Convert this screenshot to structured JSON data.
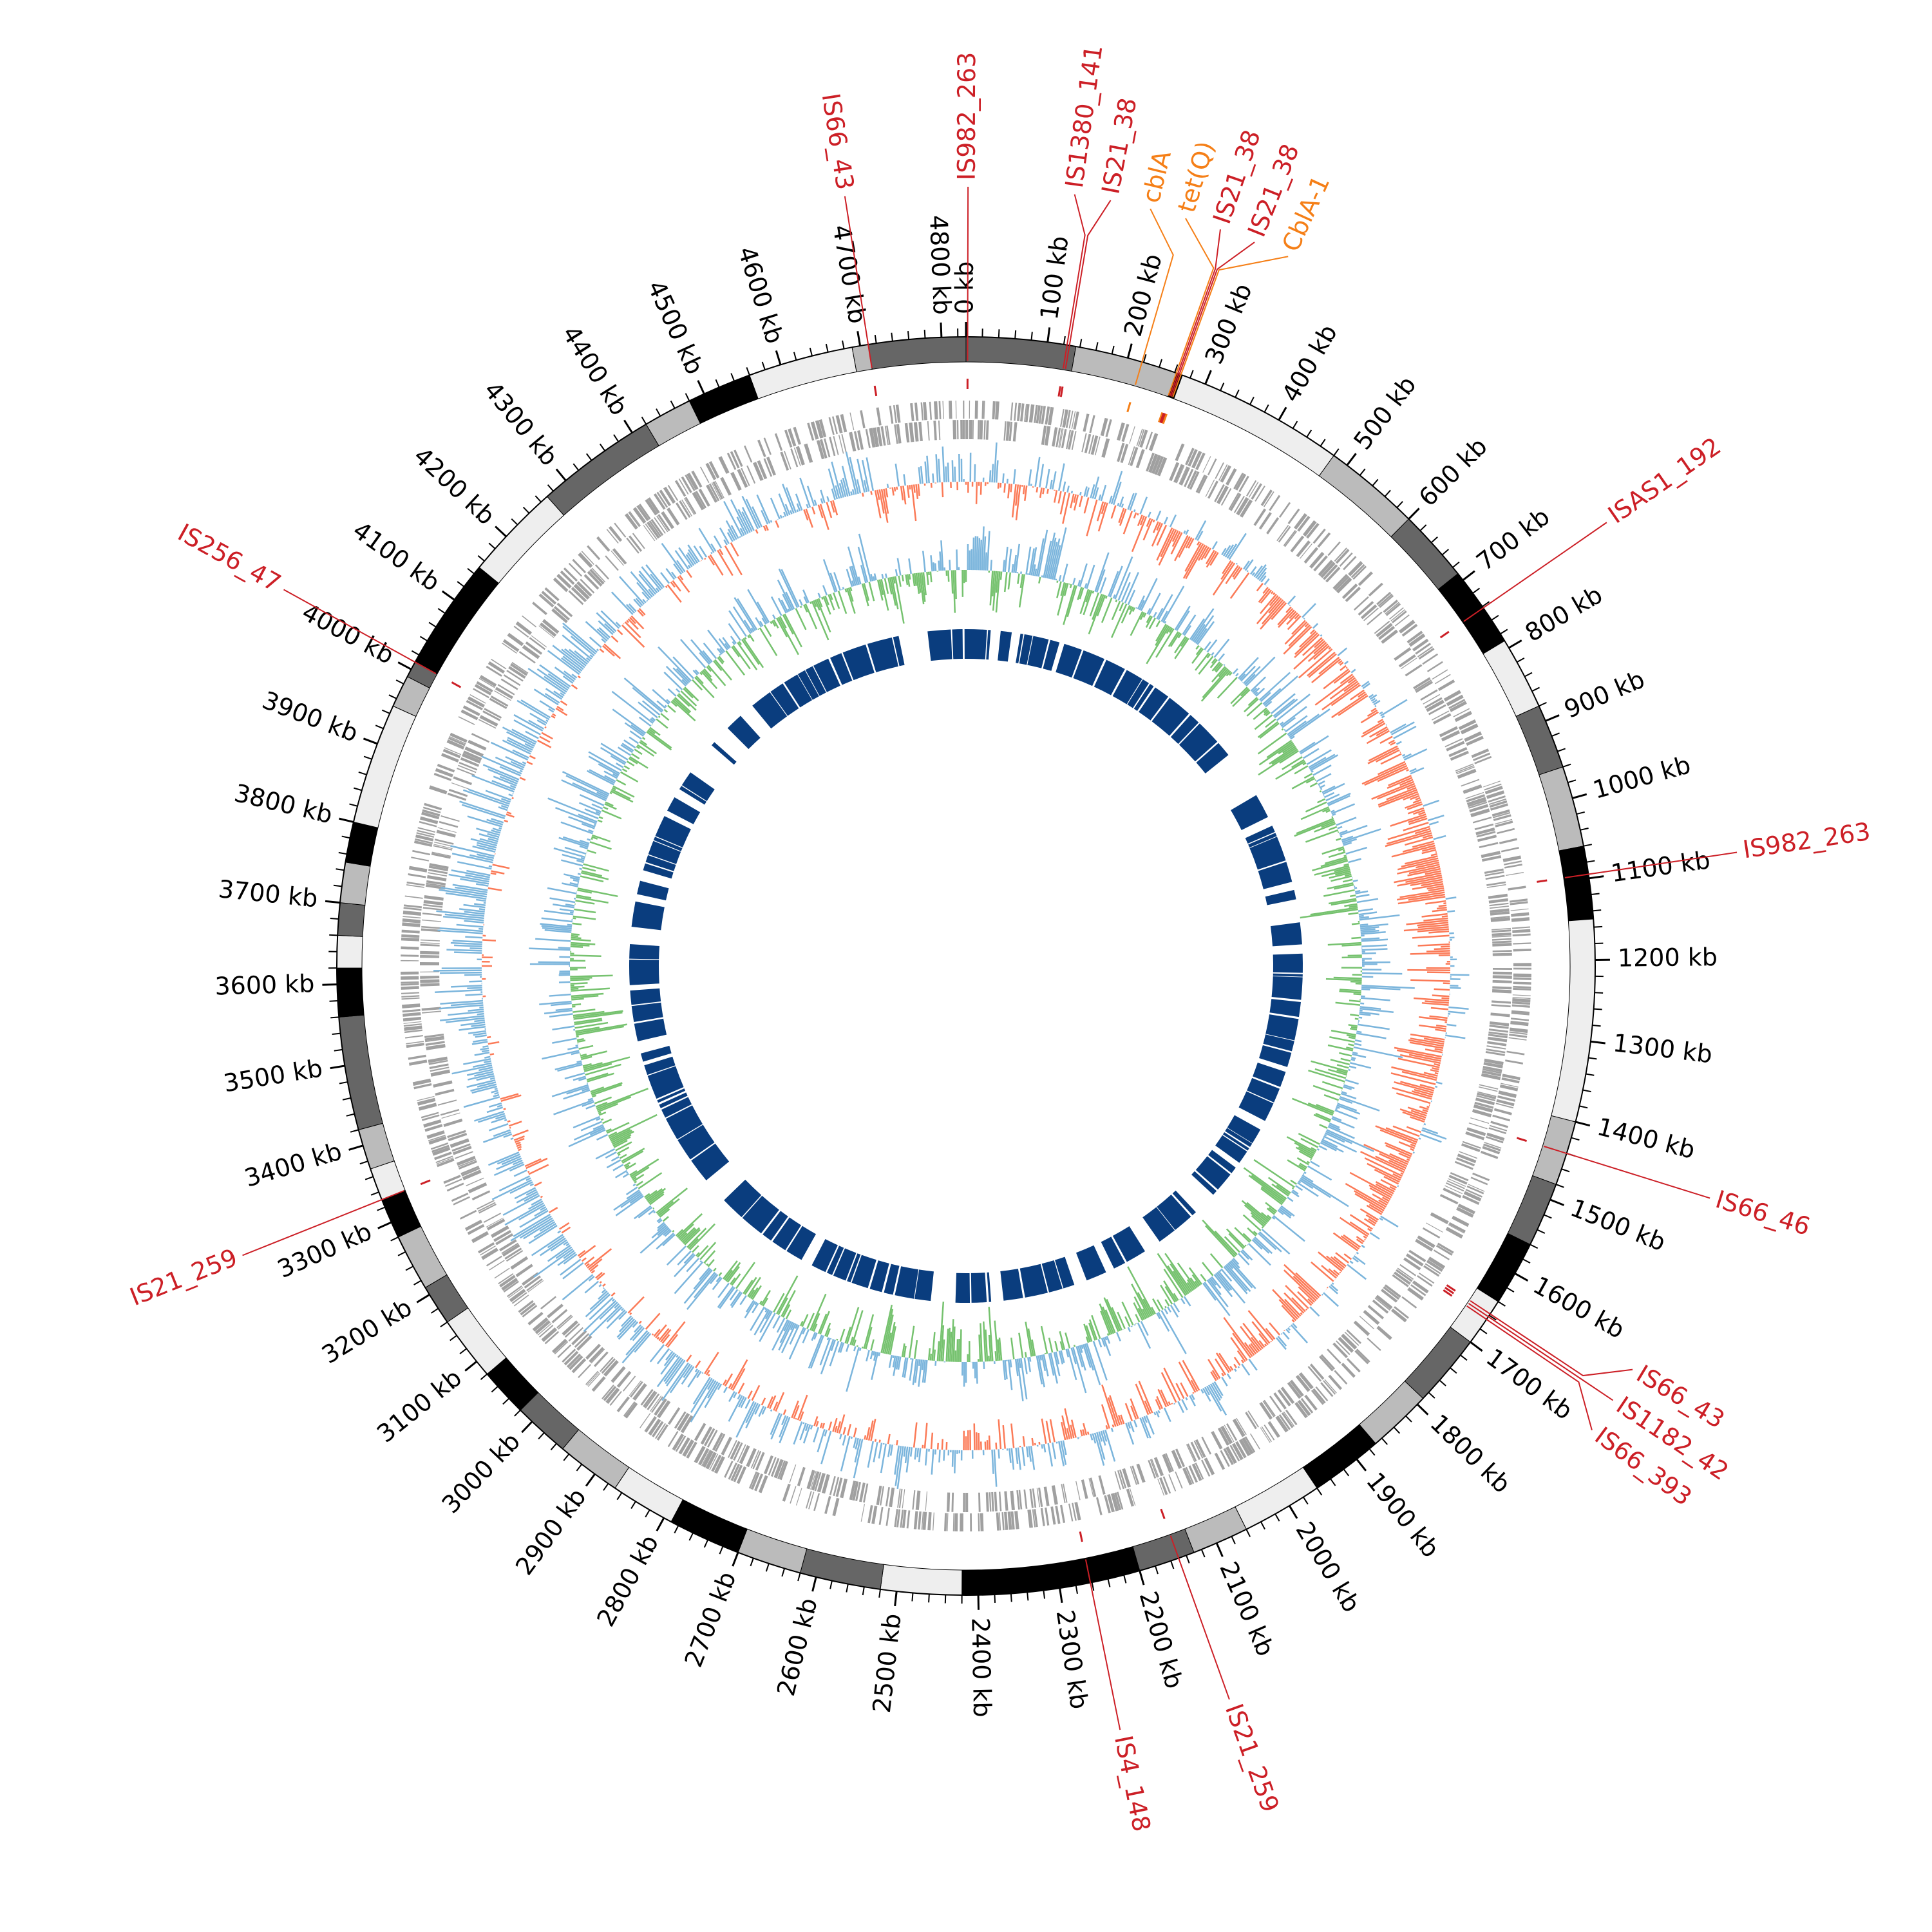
{
  "chart_data": {
    "type": "circular-genome",
    "title": "",
    "genome_length_kb": 4830,
    "tick_unit": "kb",
    "major_tick_interval_kb": 100,
    "tick_labels": [
      "0 kb",
      "100 kb",
      "200 kb",
      "300 kb",
      "400 kb",
      "500 kb",
      "600 kb",
      "700 kb",
      "800 kb",
      "900 kb",
      "1000 kb",
      "1100 kb",
      "1200 kb",
      "1300 kb",
      "1400 kb",
      "1500 kb",
      "1600 kb",
      "1700 kb",
      "1800 kb",
      "1900 kb",
      "2000 kb",
      "2100 kb",
      "2200 kb",
      "2300 kb",
      "2400 kb",
      "2500 kb",
      "2600 kb",
      "2700 kb",
      "2800 kb",
      "2900 kb",
      "3000 kb",
      "3100 kb",
      "3200 kb",
      "3300 kb",
      "3400 kb",
      "3500 kb",
      "3600 kb",
      "3700 kb",
      "3800 kb",
      "3900 kb",
      "4000 kb",
      "4100 kb",
      "4200 kb",
      "4300 kb",
      "4400 kb",
      "4500 kb",
      "4600 kb",
      "4700 kb",
      "4800 kb"
    ],
    "contig_boundaries_kb": [
      0,
      135,
      262,
      270,
      480,
      600,
      690,
      790,
      880,
      960,
      1060,
      1150,
      1400,
      1480,
      1560,
      1640,
      1700,
      1790,
      1870,
      1960,
      2060,
      2130,
      2200,
      2420,
      2520,
      2620,
      2700,
      2790,
      2870,
      2950,
      3020,
      3080,
      3160,
      3210,
      3280,
      3330,
      3370,
      3420,
      3560,
      3620,
      3660,
      3700,
      3750,
      3800,
      3950,
      3990,
      4010,
      4150,
      4270,
      4420,
      4480,
      4560,
      4690,
      4710,
      4830
    ],
    "tracks": [
      "contigs",
      "genes_forward",
      "genes_reverse",
      "gc_skew",
      "gc_content",
      "conserved_blocks"
    ],
    "colors": {
      "is_element": "#cc1f26",
      "resistance_gene": "#f57f17",
      "gc_skew_positive": "#7bb5dc",
      "gc_skew_negative": "#fb7a57",
      "gc_content_above": "#7bb5dc",
      "gc_content_below": "#76c26f",
      "genes": "#a0a0a0",
      "blocks": "#0a3d7e"
    },
    "annotations": [
      {
        "label": "IS982_263",
        "position_kb": 2,
        "type": "is_element"
      },
      {
        "label": "IS1380_141",
        "position_kb": 124,
        "type": "is_element"
      },
      {
        "label": "IS21_38",
        "position_kb": 127,
        "type": "is_element"
      },
      {
        "label": "cblA",
        "position_kb": 218,
        "type": "resistance_gene"
      },
      {
        "label": "tet(Q)",
        "position_kb": 262,
        "type": "resistance_gene"
      },
      {
        "label": "IS21_38",
        "position_kb": 264,
        "type": "is_element"
      },
      {
        "label": "IS21_38",
        "position_kb": 266,
        "type": "is_element"
      },
      {
        "label": "CblA-1",
        "position_kb": 268,
        "type": "resistance_gene"
      },
      {
        "label": "ISAS1_192",
        "position_kb": 742,
        "type": "is_element"
      },
      {
        "label": "IS982_263",
        "position_kb": 1095,
        "type": "is_element"
      },
      {
        "label": "IS66_46",
        "position_kb": 1440,
        "type": "is_element"
      },
      {
        "label": "IS66_43",
        "position_kb": 1658,
        "type": "is_element"
      },
      {
        "label": "IS1182_42",
        "position_kb": 1662,
        "type": "is_element"
      },
      {
        "label": "IS66_393",
        "position_kb": 1666,
        "type": "is_element"
      },
      {
        "label": "IS21_259",
        "position_kb": 2150,
        "type": "is_element"
      },
      {
        "label": "IS4_148",
        "position_kb": 2262,
        "type": "is_element"
      },
      {
        "label": "IS21_259",
        "position_kb": 3330,
        "type": "is_element"
      },
      {
        "label": "IS256_47",
        "position_kb": 4010,
        "type": "is_element"
      },
      {
        "label": "IS66_43",
        "position_kb": 4710,
        "type": "is_element"
      }
    ]
  }
}
